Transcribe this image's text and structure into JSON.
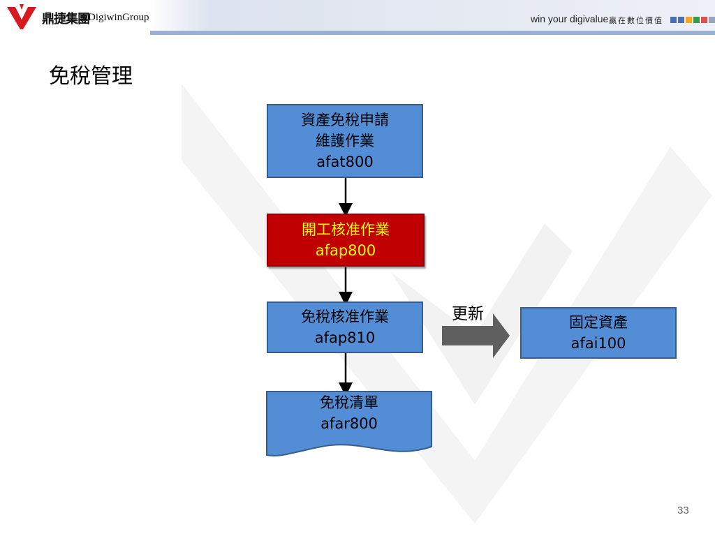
{
  "header": {
    "logo_cn": "鼎捷集團",
    "logo_en": "DigiwinGroup",
    "slogan_en": "win your digivalue",
    "slogan_cn": "贏在數位價值",
    "slogan_square_colors": [
      "#4a6fb5",
      "#4a6fb5",
      "#f5a623",
      "#2f9e44",
      "#d9534f",
      "#9aa5b8"
    ]
  },
  "page": {
    "title": "免稅管理",
    "page_number": "33"
  },
  "flow": {
    "step1": {
      "line1": "資產免稅申請",
      "line2": "維護作業",
      "code": "afat800"
    },
    "step2": {
      "line1": "開工核准作業",
      "code": "afap800"
    },
    "step3": {
      "line1": "免稅核准作業",
      "code": "afap810"
    },
    "step4": {
      "line1": "免稅清單",
      "code": "afar800"
    },
    "target": {
      "line1": "固定資產",
      "code": "afai100"
    },
    "update_label": "更新"
  },
  "colors": {
    "box_fill": "#538dd5",
    "box_border": "#385d8a",
    "highlight_fill": "#c00000",
    "highlight_text": "#ffff00",
    "update_arrow": "#5f5f5f"
  }
}
